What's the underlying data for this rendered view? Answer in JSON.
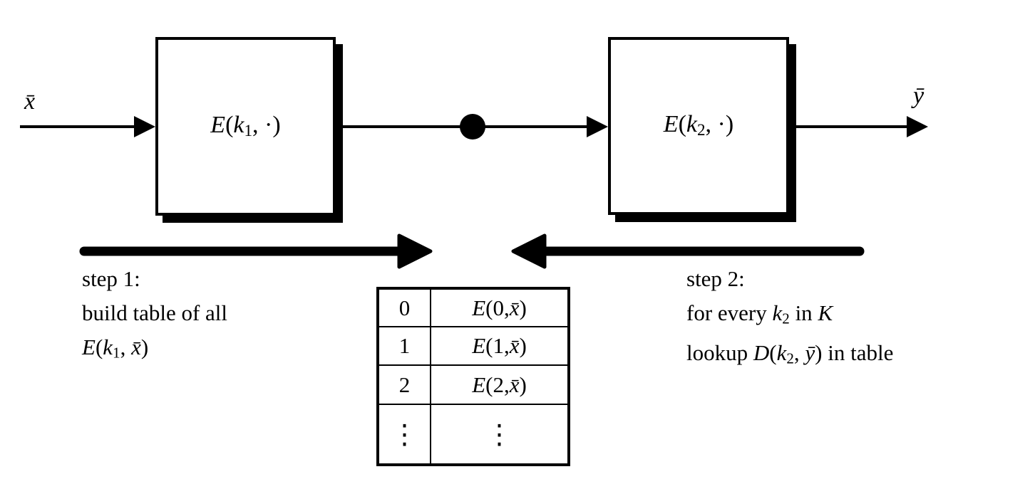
{
  "figure": {
    "background_color": "#ffffff",
    "ink_color": "#000000"
  },
  "io": {
    "input_label": "x̄",
    "output_label": "ȳ"
  },
  "box1": {
    "fn": "E",
    "open": "(",
    "key": "k",
    "sub": "1",
    "commadot": ", ·",
    "close": ")"
  },
  "box2": {
    "fn": "E",
    "open": "(",
    "key": "k",
    "sub": "2",
    "commadot": ", ·",
    "close": ")"
  },
  "step1": {
    "line1": "step 1:",
    "line2": "build table of all",
    "math": {
      "fn": "E",
      "open": "(",
      "key": "k",
      "sub": "1",
      "comma": ", ",
      "arg": "x̄",
      "close": ")"
    }
  },
  "step2": {
    "line1": "step 2:",
    "line2": {
      "pre": "for every ",
      "key": "k",
      "sub": "2",
      "mid": " in ",
      "set": "K"
    },
    "line3": {
      "pre": "lookup ",
      "fn": "D",
      "open": "(",
      "key": "k",
      "sub": "2",
      "comma": ", ",
      "arg": "ȳ",
      "close": ")",
      "post": " in table"
    }
  },
  "table": {
    "rows": [
      {
        "key": "0",
        "fn": "E",
        "pre": "(0, ",
        "arg": "x̄",
        "close": ")"
      },
      {
        "key": "1",
        "fn": "E",
        "pre": "(1, ",
        "arg": "x̄",
        "close": ")"
      },
      {
        "key": "2",
        "fn": "E",
        "pre": "(2, ",
        "arg": "x̄",
        "close": ")"
      },
      {
        "key": "⋮",
        "dots": "⋮"
      }
    ]
  }
}
